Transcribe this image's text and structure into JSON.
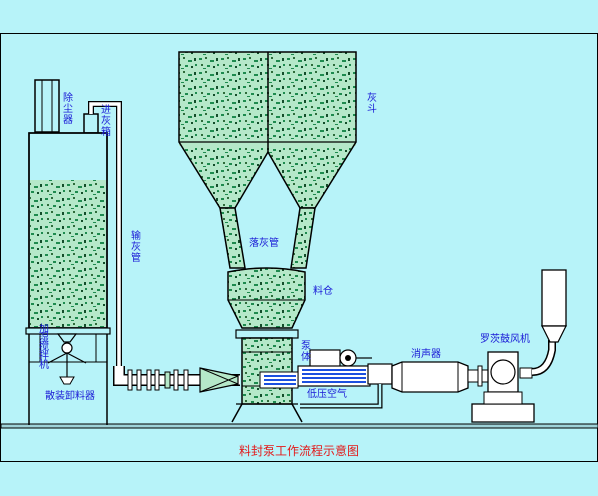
{
  "title": "料封泵工作流程示意图",
  "labels": {
    "dust_collector": "除尘器",
    "feed_box": "进灰箱",
    "ash_pipe": "输灰管",
    "ash_hopper": "灰斗",
    "drop_pipe": "落灰管",
    "bin": "料仓",
    "pump_body": "泵体",
    "mixer": "加湿搅拌机",
    "unloader": "散装卸料器",
    "silencer": "消声器",
    "blower": "罗茨鼓风机",
    "low_pressure_air": "低压空气"
  },
  "colors": {
    "background": "#B7F3F9",
    "fill_material": "#B5E8C9",
    "speckle": "#1E8A4E",
    "outline": "#000000",
    "pipe_fill": "#FFFFFF",
    "label_blue": "#1A1AD6",
    "title_red": "#E31A1A",
    "air_blue": "#1C4FE0"
  }
}
